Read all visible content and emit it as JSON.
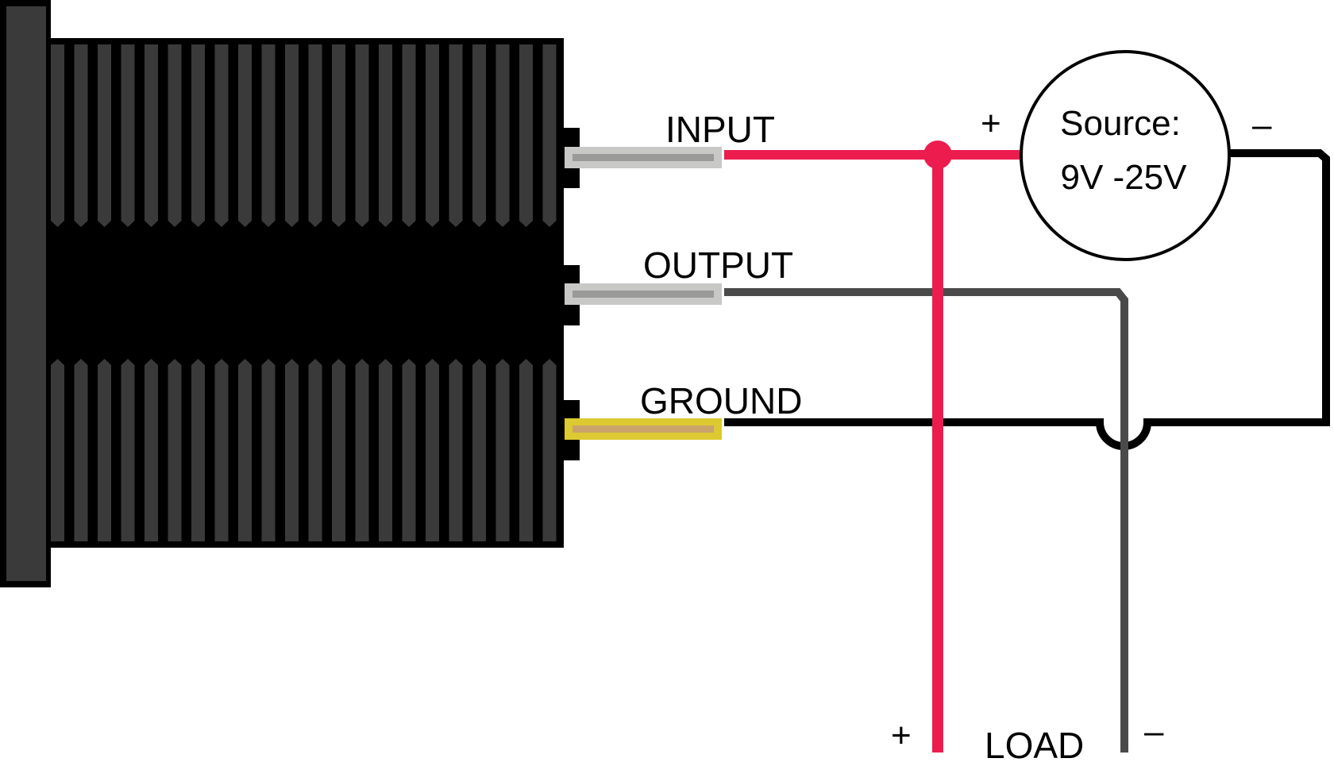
{
  "device": {
    "pins": [
      {
        "key": "input",
        "label": "INPUT"
      },
      {
        "key": "output",
        "label": "OUTPUT"
      },
      {
        "key": "ground",
        "label": "GROUND"
      }
    ]
  },
  "source": {
    "line1": "Source:",
    "line2": "9V -25V",
    "positive": "+",
    "negative": "–"
  },
  "load": {
    "label": "LOAD",
    "positive": "+",
    "negative": "–"
  },
  "colors": {
    "housing": "#000000",
    "fin": "#3a3a3a",
    "positive_wire": "#ec1c4f",
    "output_wire": "#4a4a4a",
    "ground_wire": "#000000",
    "pin_silver": "#c8c8c6",
    "pin_silver_core": "#9a9a98",
    "pin_gold": "#ddc932",
    "pin_gold_core": "#c9a36a"
  }
}
